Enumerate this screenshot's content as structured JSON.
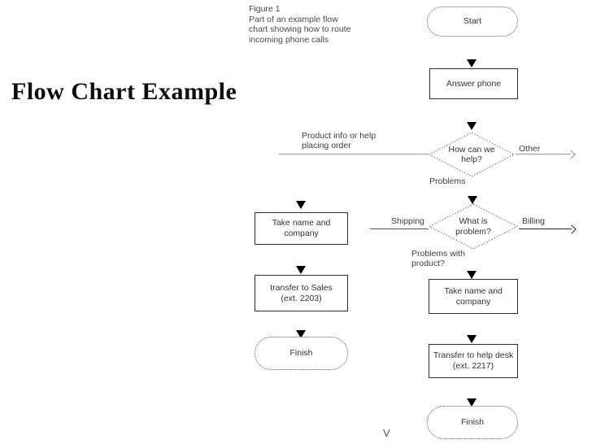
{
  "slide": {
    "title": "Flow Chart Example",
    "caption": {
      "line1": "Figure 1",
      "line2": "Part of an example flow",
      "line3": "chart showing how to route",
      "line4": "incoming phone calls"
    }
  },
  "flowchart": {
    "nodes": {
      "start": "Start",
      "answer_phone": "Answer phone",
      "how_can_we_help": "How can we help?",
      "what_is_problem": "What is problem?",
      "take_name_left": "Take name and company",
      "transfer_sales": "transfer to Sales (ext. 2203)",
      "finish_left": "Finish",
      "take_name_right": "Take name and company",
      "transfer_help_desk": "Transfer to help desk (ext. 2217)",
      "finish_right": "Finish"
    },
    "branch_labels": {
      "product_info": "Product info or help placing order",
      "other": "Other",
      "problems": "Problems",
      "shipping": "Shipping",
      "billing": "Billing",
      "problems_with_product": "Problems with product?"
    },
    "stray_glyph": "V",
    "colors": {
      "line_gray": "#999999",
      "line_dark": "#222222",
      "arrow_black": "#000000"
    }
  }
}
